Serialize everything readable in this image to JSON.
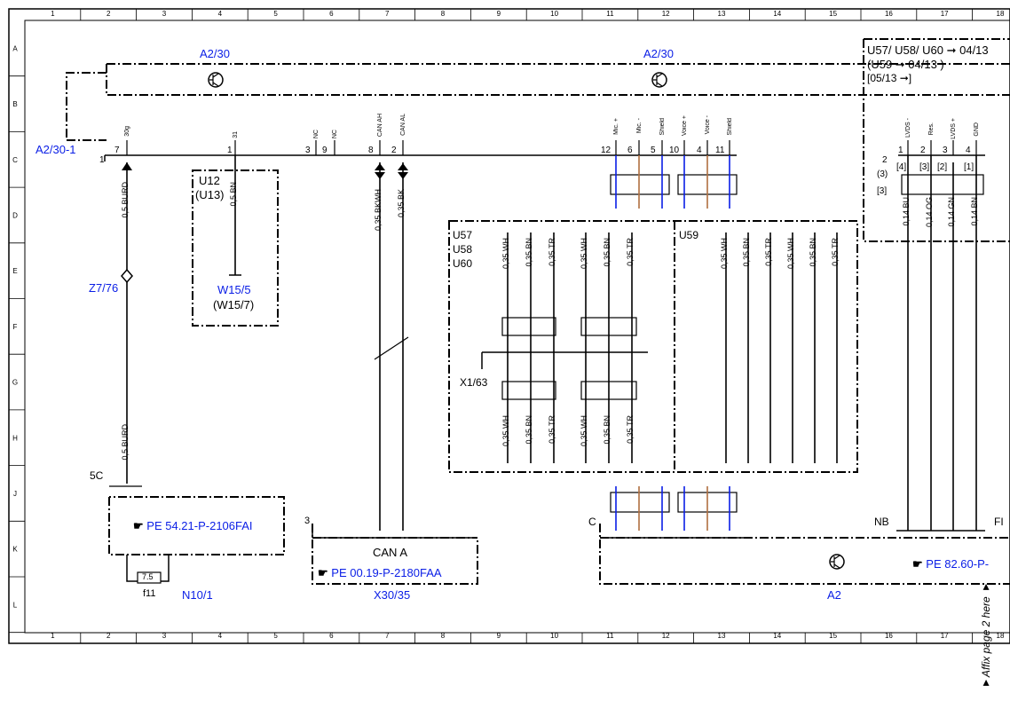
{
  "grid": {
    "cols": [
      "1",
      "2",
      "3",
      "4",
      "5",
      "6",
      "7",
      "8",
      "9",
      "10",
      "11",
      "12",
      "13",
      "14",
      "15",
      "16",
      "17",
      "18"
    ],
    "rows": [
      "A",
      "B",
      "C",
      "D",
      "E",
      "F",
      "G",
      "H",
      "J",
      "K",
      "L"
    ]
  },
  "components": {
    "a230_left": "A2/30",
    "a230_right": "A2/30",
    "a230_1": "A2/30-1",
    "variant_line1": "U57/ U58/ U60 ➞ 04/13",
    "variant_line2": "(U59 ➞ 04/13 )",
    "variant_line3": "[05/13 ➞]",
    "u12": "U12",
    "u13": "(U13)",
    "w15_5": "W15/5",
    "w15_7": "(W15/7)",
    "z7_76": "Z7/76",
    "u57": "U57",
    "u58": "U58",
    "u60": "U60",
    "u59": "U59",
    "x1_63": "X1/63",
    "can_a": "CAN A",
    "pe_5421": "PE 54.21-P-2106FAI",
    "pe_0019": "PE 00.19-P-2180FAA",
    "pe_8260": "PE 82.60-P-",
    "n10_1": "N10/1",
    "f11": "f11",
    "fuse_val": "7.5",
    "x30_35": "X30/35",
    "a2": "A2",
    "five_c": "5C",
    "c_conn": "C",
    "nb": "NB",
    "fi": "FI",
    "three": "3",
    "affix": "▼Affix page 2 here ▼"
  },
  "pins": {
    "p30g": "30g",
    "p31": "31",
    "nc1": "NC",
    "nc2": "NC",
    "canah": "CAN AH",
    "canal": "CAN AL",
    "mic_p": "Mic. +",
    "mic_m": "Mic. -",
    "shield1": "Shield",
    "voice_p": "Voice +",
    "voice_m": "Voice -",
    "shield2": "Shield",
    "lvds_m": "LVDS -",
    "res": "Res.",
    "lvds_p": "LVDS +",
    "gnd": "GND",
    "n7": "7",
    "n1a": "1",
    "n1b": "1",
    "n3": "3",
    "n9": "9",
    "n8": "8",
    "n2": "2",
    "n12": "12",
    "n6": "6",
    "n5": "5",
    "n10": "10",
    "n4": "4",
    "n11": "11",
    "r1": "1",
    "r2": "2",
    "r3": "3",
    "r4": "4",
    "two": "2",
    "b4": "[4]",
    "b3": "[3]",
    "b2": "[2]",
    "b1": "[1]",
    "p3": "(3)",
    "bb3": "[3]"
  },
  "wires": {
    "burd": "0,5 BURD",
    "burd2": "0,5 BURD",
    "bn05": "0,5 BN",
    "bkwh": "0,35 BKWH",
    "bk035": "0,35 BK",
    "wh": "0,35 WH",
    "bn": "0,35 BN",
    "tr": "0,35 TR",
    "bu014": "0,14 BU",
    "og014": "0,14 OG",
    "gn014": "0,14 GN",
    "bn014": "0,14 BN"
  }
}
